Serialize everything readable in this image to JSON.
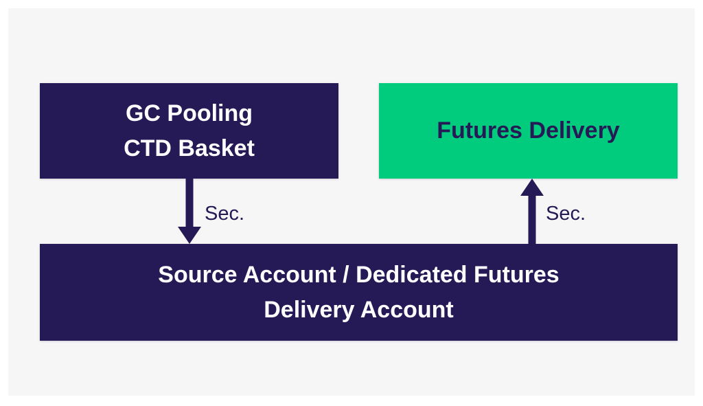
{
  "diagram": {
    "boxes": {
      "gc_pooling": {
        "label": "GC Pooling\nCTD Basket"
      },
      "futures_delivery": {
        "label": "Futures Delivery"
      },
      "source_account": {
        "label": "Source Account / Dedicated Futures\nDelivery Account"
      }
    },
    "arrows": {
      "down": {
        "label": "Sec.",
        "direction": "down",
        "from": "gc_pooling",
        "to": "source_account"
      },
      "up": {
        "label": "Sec.",
        "direction": "up",
        "from": "source_account",
        "to": "futures_delivery"
      }
    }
  },
  "colors": {
    "navy": "#251a56",
    "green": "#01cb7d",
    "canvas_background": "#f6f6f6",
    "page_background": "#ffffff",
    "light_text": "#ffffff"
  }
}
